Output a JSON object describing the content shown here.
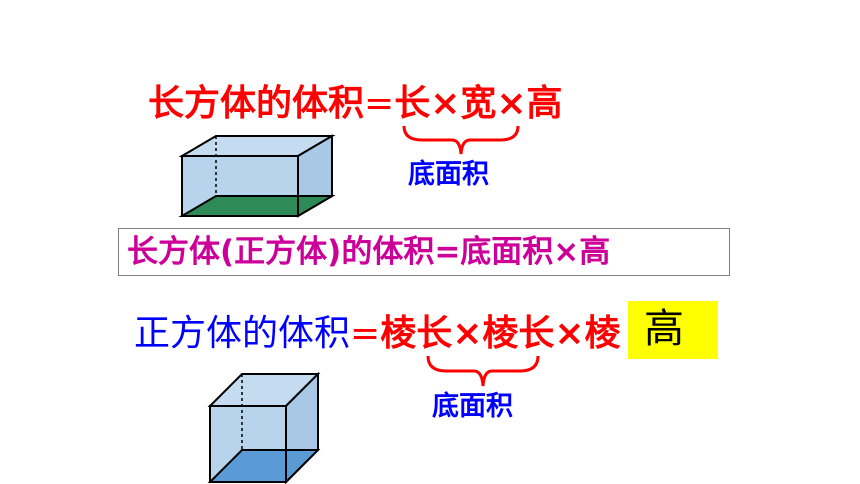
{
  "formula1": {
    "prefix": "长方体的体积",
    "equals": "=",
    "expr": "长×宽×高",
    "brace_label": "底面积"
  },
  "formula2": {
    "text": "长方体(正方体)的体积=底面积×高"
  },
  "formula3": {
    "prefix": "正方体的体积",
    "equals": "=",
    "expr": "棱长×棱长×棱",
    "brace_label": "底面积",
    "highlight": "高"
  },
  "colors": {
    "red": "#ff0000",
    "blue": "#0000ff",
    "magenta": "#cc0099",
    "highlight": "#ffff00",
    "box_face": "#b8d4ec",
    "cuboid_base": "#2e8b57",
    "cube_base": "#5b9bd5"
  }
}
